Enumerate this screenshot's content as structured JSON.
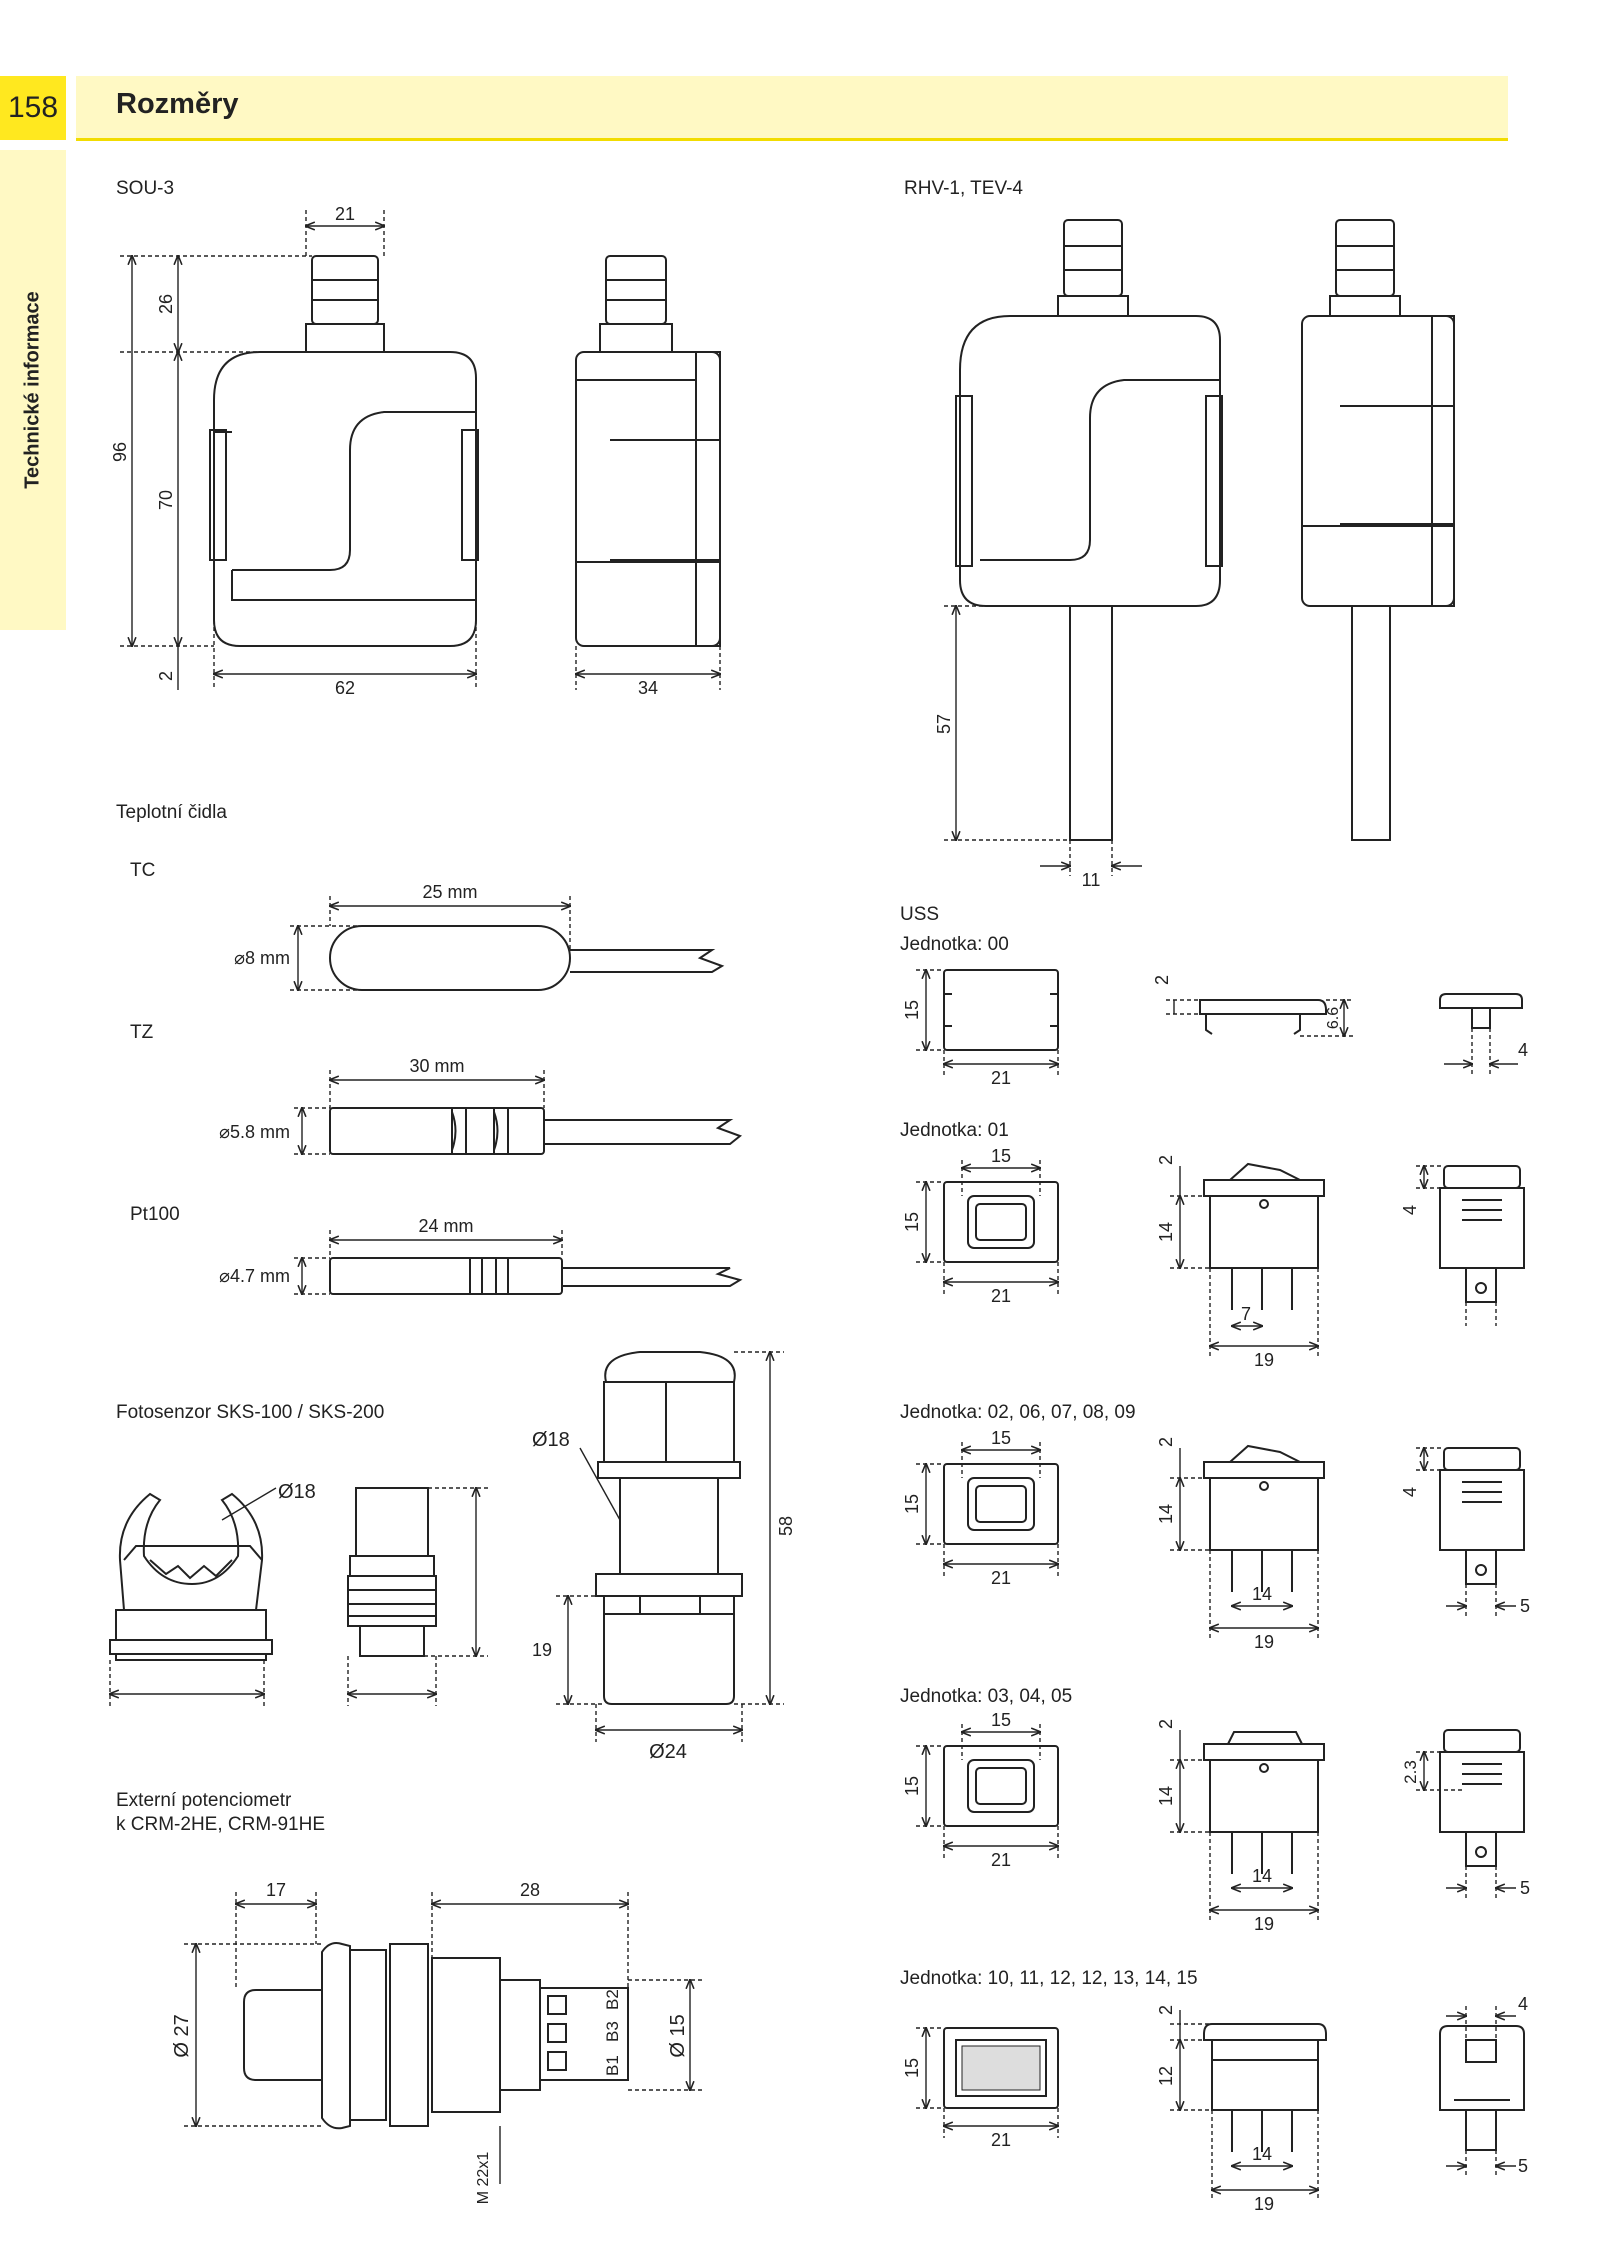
{
  "page": {
    "number": "158",
    "title": "Rozměry",
    "side_tab": "Technické informace"
  },
  "sections": {
    "sou3": {
      "label": "SOU-3",
      "dims": {
        "w_top": "21",
        "h_top": "26",
        "h_total": "96",
        "h_body": "70",
        "h_bottom": "2",
        "w_front": "62",
        "w_side": "34"
      }
    },
    "rhv": {
      "label": "RHV-1, TEV-4",
      "dims": {
        "probe_len": "57",
        "probe_w": "11"
      }
    },
    "sensors": {
      "label": "Teplotní čidla",
      "tc": {
        "label": "TC",
        "len": "25 mm",
        "dia": "⌀8 mm"
      },
      "tz": {
        "label": "TZ",
        "len": "30 mm",
        "dia": "⌀5.8 mm"
      },
      "pt100": {
        "label": "Pt100",
        "len": "24 mm",
        "dia": "⌀4.7 mm"
      }
    },
    "foto": {
      "label": "Fotosenzor SKS-100 / SKS-200",
      "dia_clip": "Ø18",
      "dia_top": "Ø18",
      "h_total": "58",
      "h_lower": "19",
      "dia_bottom": "Ø24"
    },
    "poten": {
      "label_line1": "Externí potenciometr",
      "label_line2": "k CRM-2HE, CRM-91HE",
      "w_knob": "17",
      "w_body": "28",
      "dia_flange": "Ø 27",
      "dia_body": "Ø 15",
      "thread": "M 22x1",
      "terminals": [
        "B1",
        "B3",
        "B2"
      ]
    },
    "uss": {
      "label": "USS",
      "unit00": {
        "label": "Jednotka: 00",
        "h": "15",
        "w": "21",
        "t": "2",
        "depth": "6.6",
        "side_w": "4"
      },
      "unit01": {
        "label": "Jednotka: 01",
        "top": "15",
        "h": "15",
        "w": "21",
        "t": "2",
        "body": "14",
        "pitch": "7",
        "width": "19",
        "side": "4"
      },
      "unit02": {
        "label": "Jednotka: 02, 06, 07, 08, 09",
        "top": "15",
        "h": "15",
        "w": "21",
        "t": "2",
        "body": "14",
        "pitch": "14",
        "width": "19",
        "side": "4",
        "pin": "5"
      },
      "unit03": {
        "label": "Jednotka: 03, 04, 05",
        "top": "15",
        "h": "15",
        "w": "21",
        "t": "2",
        "body": "14",
        "pitch": "14",
        "width": "19",
        "side": "2.3",
        "pin": "5"
      },
      "unit10": {
        "label": "Jednotka: 10, 11, 12, 12, 13, 14, 15",
        "h": "15",
        "w": "21",
        "t": "2",
        "body": "12",
        "pitch": "14",
        "width": "19",
        "side": "4",
        "pin": "5"
      }
    }
  }
}
